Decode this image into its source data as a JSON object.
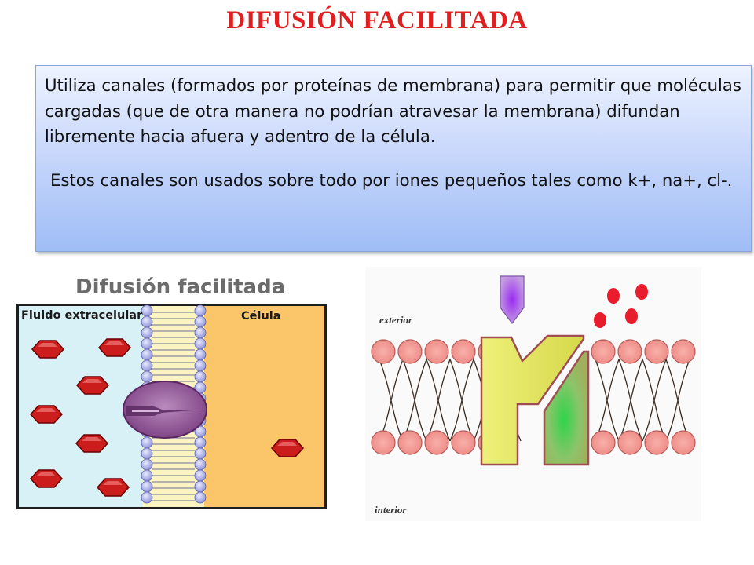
{
  "slide": {
    "title": "DIFUSIÓN FACILITADA",
    "paragraph_1": "Utiliza canales (formados por proteínas de membrana) para permitir que moléculas cargadas (que de otra manera no podrían atravesar la membrana) difundan libremente hacia afuera y adentro de la célula.",
    "paragraph_2": "Estos canales son usados sobre todo por iones pequeños tales como k+, na+, cl-."
  },
  "figure_left": {
    "heading": "Difusión facilitada",
    "label_outside": "Fluido extracelular",
    "label_inside": "Célula",
    "colors": {
      "outside": "#d8f1f7",
      "inside": "#fbc569",
      "ion": "#cc1d1d",
      "channel": "#9c5ba0"
    }
  },
  "figure_right": {
    "label_top": "exterior",
    "label_bottom": "interior",
    "colors": {
      "phospholipid_head": "#f59f9a",
      "channel_yellow": "#ecea70",
      "channel_green": "#8fc66a",
      "ion": "#e81c2c"
    }
  }
}
